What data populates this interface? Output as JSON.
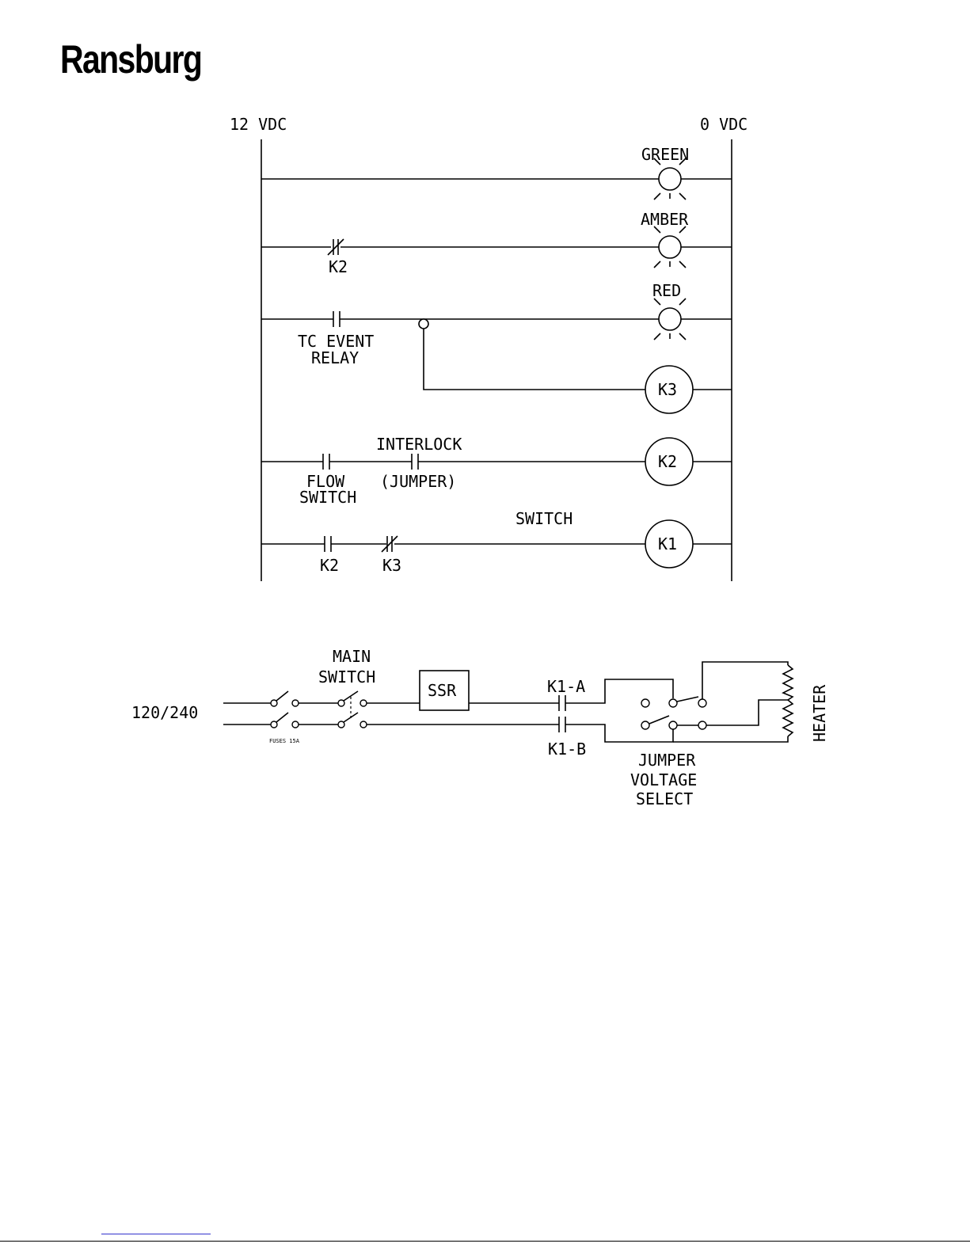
{
  "brand": {
    "logo": "Ransburg"
  },
  "ladder": {
    "left_rail": "12 VDC",
    "right_rail": "0 VDC",
    "lamps": {
      "green": "GREEN",
      "amber": "AMBER",
      "red": "RED"
    },
    "contacts": {
      "k2_nc": "K2",
      "tc_line1": "TC EVENT",
      "tc_line2": "RELAY",
      "interlock": "INTERLOCK",
      "jumper": "(JUMPER)",
      "flow_line1": "FLOW",
      "flow_line2": "SWITCH",
      "switch": "SWITCH",
      "k2_no": "K2",
      "k3_nc": "K3"
    },
    "coils": {
      "k3": "K3",
      "k2": "K2",
      "k1": "K1"
    }
  },
  "power": {
    "supply": "120/240",
    "fuses": "FUSES 15A",
    "main_line1": "MAIN",
    "main_line2": "SWITCH",
    "ssr": "SSR",
    "k1a": "K1-A",
    "k1b": "K1-B",
    "jumper_line1": "JUMPER",
    "jumper_line2": "VOLTAGE",
    "jumper_line3": "SELECT",
    "heater": "HEATER"
  }
}
